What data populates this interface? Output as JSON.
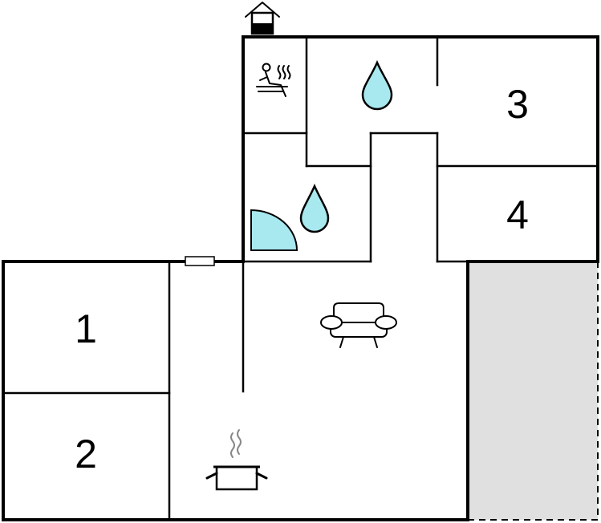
{
  "floorplan": {
    "rooms": [
      {
        "id": "bedroom-1",
        "label": "1"
      },
      {
        "id": "bedroom-2",
        "label": "2"
      },
      {
        "id": "bedroom-3",
        "label": "3"
      },
      {
        "id": "bedroom-4",
        "label": "4"
      }
    ],
    "icons": [
      "entrance-icon",
      "sauna-icon",
      "bathroom-drop-icon",
      "shower-drop-icon",
      "shower-cabin-icon",
      "sofa-icon",
      "kitchen-pot-icon",
      "window-icon"
    ],
    "colors": {
      "walls": "#000000",
      "water": "#a8e8ef",
      "terrace": "#e0e0e0",
      "background": "#ffffff"
    }
  }
}
